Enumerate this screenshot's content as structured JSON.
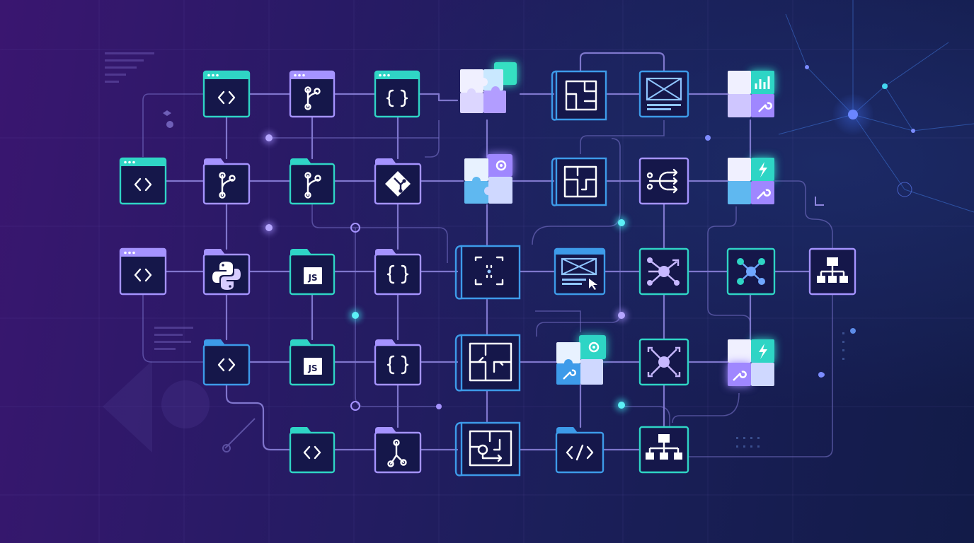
{
  "scene": {
    "palette": {
      "purple": "#8c7ee8",
      "teal": "#2fd5c5",
      "blue": "#3d9be9",
      "dot_purple": "#a593ff",
      "dot_cyan": "#3ee6f0"
    },
    "badge_text": "JS",
    "nodes": [
      {
        "id": "n01",
        "icon": "code-window-icon",
        "color": "teal"
      },
      {
        "id": "n02",
        "icon": "git-branch-window-icon",
        "color": "purple"
      },
      {
        "id": "n03",
        "icon": "braces-window-icon",
        "color": "teal"
      },
      {
        "id": "n04",
        "icon": "puzzle-pieces-icon",
        "color": "teal"
      },
      {
        "id": "n05",
        "icon": "blueprint-icon",
        "color": "blue"
      },
      {
        "id": "n06",
        "icon": "wireframe-icon",
        "color": "blue"
      },
      {
        "id": "n07",
        "icon": "puzzle-chart-wrench-icon",
        "color": "teal"
      },
      {
        "id": "n08",
        "icon": "code-window-icon",
        "color": "teal"
      },
      {
        "id": "n09",
        "icon": "git-branch-folder-icon",
        "color": "purple"
      },
      {
        "id": "n10",
        "icon": "git-branch-folder-icon",
        "color": "teal"
      },
      {
        "id": "n11",
        "icon": "git-logo-folder-icon",
        "color": "purple"
      },
      {
        "id": "n12",
        "icon": "puzzle-gear-icon",
        "color": "teal"
      },
      {
        "id": "n13",
        "icon": "blueprint-icon",
        "color": "blue"
      },
      {
        "id": "n14",
        "icon": "flow-split-icon",
        "color": "purple"
      },
      {
        "id": "n15",
        "icon": "puzzle-bolt-wrench-icon",
        "color": "teal"
      },
      {
        "id": "n16",
        "icon": "code-window-icon",
        "color": "purple"
      },
      {
        "id": "n17",
        "icon": "python-folder-icon",
        "color": "purple"
      },
      {
        "id": "n18",
        "icon": "js-folder-icon",
        "color": "teal"
      },
      {
        "id": "n19",
        "icon": "braces-folder-icon",
        "color": "purple"
      },
      {
        "id": "n20",
        "icon": "focus-blueprint-icon",
        "color": "blue"
      },
      {
        "id": "n21",
        "icon": "wireframe-cursor-icon",
        "color": "blue"
      },
      {
        "id": "n22",
        "icon": "network-hub-icon",
        "color": "teal"
      },
      {
        "id": "n23",
        "icon": "network-hub-icon",
        "color": "teal"
      },
      {
        "id": "n24",
        "icon": "org-chart-icon",
        "color": "purple"
      },
      {
        "id": "n25",
        "icon": "code-folder-icon",
        "color": "blue"
      },
      {
        "id": "n26",
        "icon": "js-folder-icon",
        "color": "teal"
      },
      {
        "id": "n27",
        "icon": "braces-folder-icon",
        "color": "purple"
      },
      {
        "id": "n28",
        "icon": "floorplan-blueprint-icon",
        "color": "blue"
      },
      {
        "id": "n29",
        "icon": "puzzle-gear-icon",
        "color": "teal"
      },
      {
        "id": "n30",
        "icon": "network-hub-icon",
        "color": "teal"
      },
      {
        "id": "n31",
        "icon": "puzzle-bolt-wrench-icon",
        "color": "teal"
      },
      {
        "id": "n32",
        "icon": "code-folder-icon",
        "color": "teal"
      },
      {
        "id": "n33",
        "icon": "git-branch-folder-icon",
        "color": "purple"
      },
      {
        "id": "n34",
        "icon": "blueprint-arrow-icon",
        "color": "blue"
      },
      {
        "id": "n35",
        "icon": "html-tag-folder-icon",
        "color": "blue"
      },
      {
        "id": "n36",
        "icon": "org-chart-icon",
        "color": "teal"
      }
    ]
  }
}
